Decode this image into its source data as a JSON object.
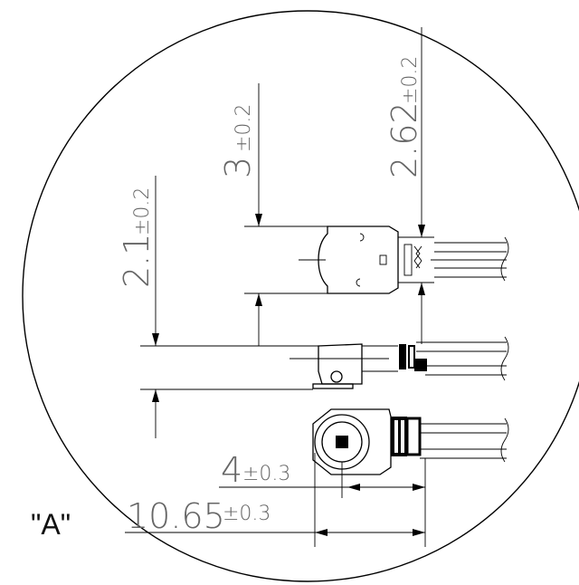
{
  "view_label": "\"A\"",
  "dimensions": {
    "d1": {
      "value": "3",
      "tolerance": "±0.2"
    },
    "d2": {
      "value": "2.62",
      "tolerance": "±0.2"
    },
    "d3": {
      "value": "2.1",
      "tolerance": "±0.2"
    },
    "d4": {
      "value": "4",
      "tolerance": "±0.3"
    },
    "d5": {
      "value": "10.65",
      "tolerance": "±0.3"
    }
  }
}
